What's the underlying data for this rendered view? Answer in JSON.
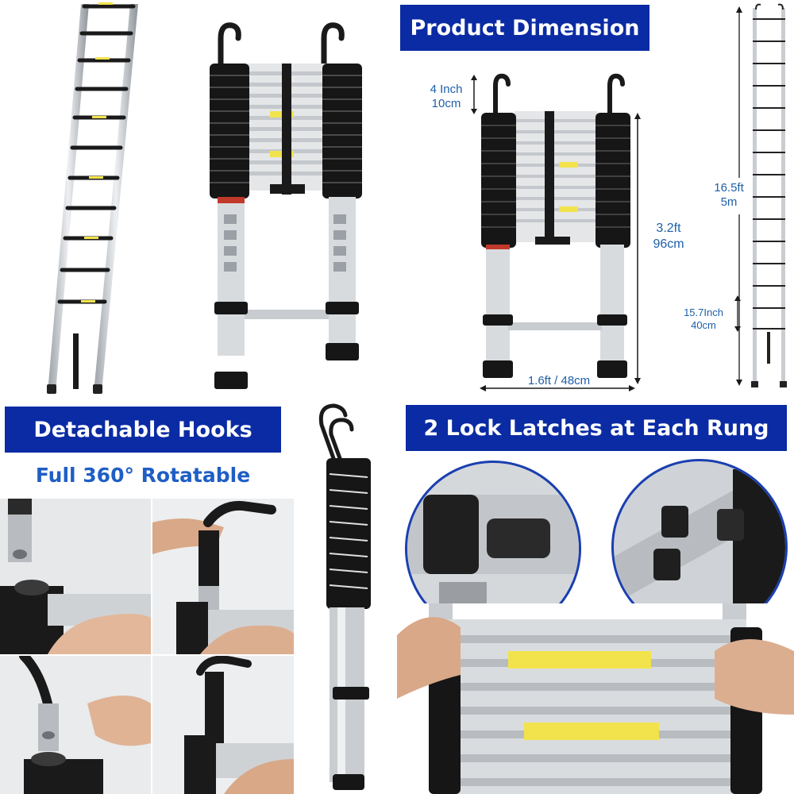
{
  "banners": {
    "product_dimension": "Product Dimension",
    "detachable_hooks": "Detachable Hooks",
    "lock_latches": "2 Lock Latches at Each Rung"
  },
  "subtitle": "Full 360° Rotatable",
  "dimensions": {
    "hook_height": {
      "line1": "4 Inch",
      "line2": "10cm"
    },
    "folded_height": {
      "line1": "3.2ft",
      "line2": "96cm"
    },
    "width": "1.6ft  / 48cm",
    "extended_height": {
      "line1": "16.5ft",
      "line2": "5m"
    },
    "rung_spacing": {
      "line1": "15.7Inch",
      "line2": "40cm"
    }
  },
  "colors": {
    "banner_bg": "#0a2ba3",
    "banner_text": "#ffffff",
    "subtitle_text": "#1f5ec5",
    "dimension_text": "#1f5fa8"
  }
}
